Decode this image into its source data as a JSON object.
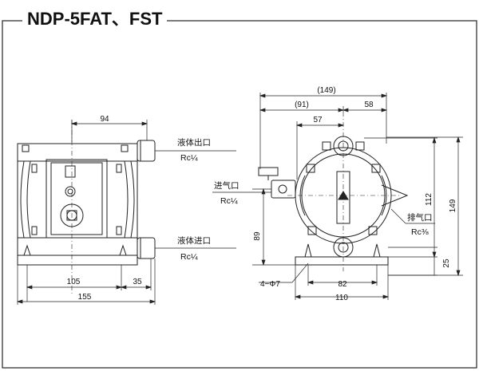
{
  "title": "NDP-5FAT、FST",
  "front_view": {
    "dim_top": "94",
    "dim_left_bottom": "105",
    "dim_right_bottom": "35",
    "dim_total": "155",
    "outlet_label": "液体出口",
    "outlet_thread": "Rc¼",
    "inlet_label": "液体进口",
    "inlet_thread": "Rc¼"
  },
  "side_view": {
    "dim_149_top": "(149)",
    "dim_91": "(91)",
    "dim_58": "58",
    "dim_57": "57",
    "dim_89": "89",
    "dim_112": "112",
    "dim_149_right": "149",
    "dim_25": "25",
    "dim_82": "82",
    "dim_110": "110",
    "holes": "4−Φ7",
    "air_in_label": "进气口",
    "air_in_thread": "Rc¼",
    "air_out_label": "排气口",
    "air_out_thread": "Rc⅜"
  }
}
